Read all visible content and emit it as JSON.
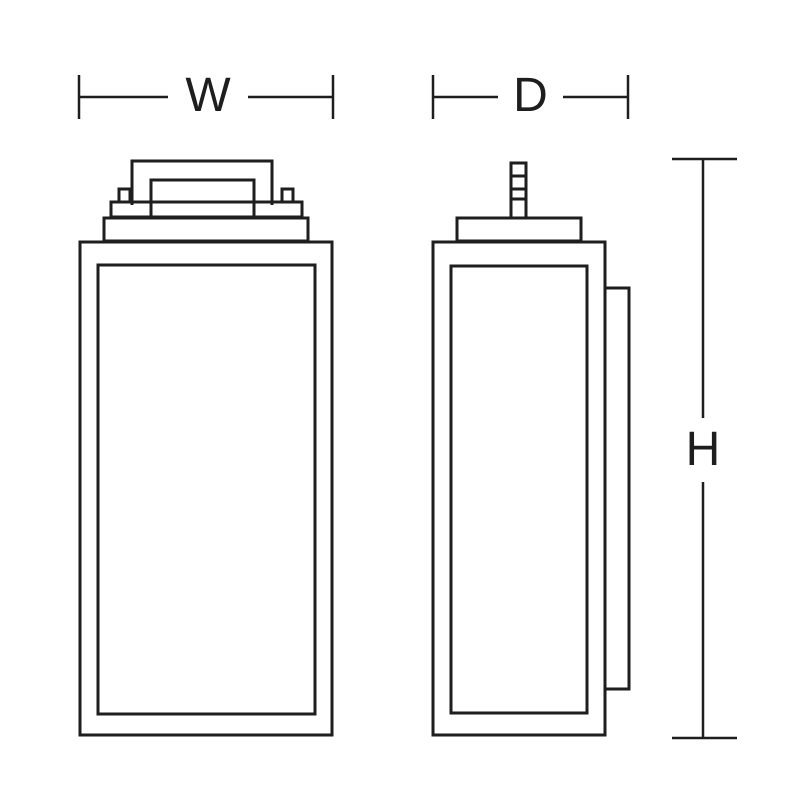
{
  "dimensions": {
    "width_label": "W",
    "depth_label": "D",
    "height_label": "H"
  },
  "colors": {
    "line": "#1e1e1e",
    "background": "#ffffff"
  }
}
